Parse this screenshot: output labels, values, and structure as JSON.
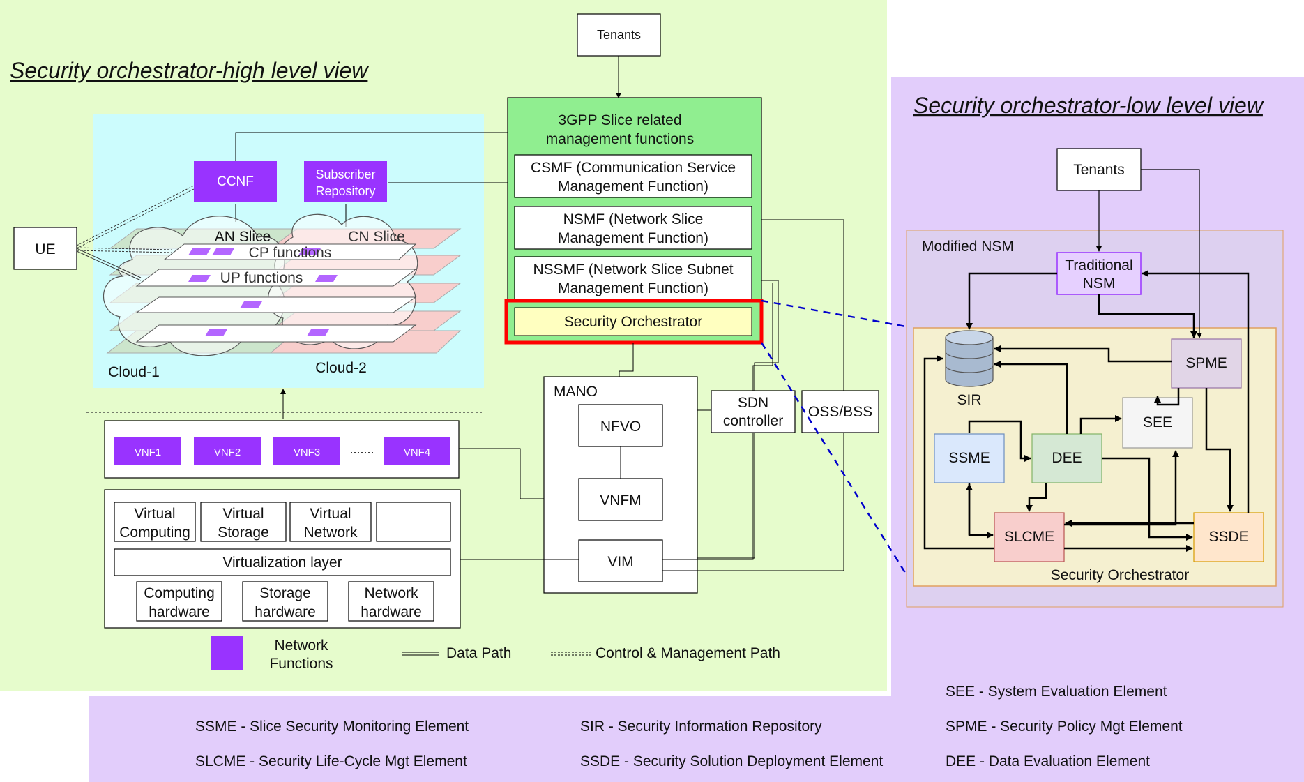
{
  "titles": {
    "high": "Security orchestrator-high level view",
    "low": "Security orchestrator-low level view"
  },
  "high": {
    "tenants": "Tenants",
    "gpp": {
      "line1": "3GPP Slice related",
      "line2": "management functions"
    },
    "csmf": {
      "line1": "CSMF (Communication Service",
      "line2": "Management Function)"
    },
    "nsmf": {
      "line1": "NSMF (Network Slice",
      "line2": "Management Function)"
    },
    "nssmf": {
      "line1": "NSSMF (Network Slice Subnet",
      "line2": "Management Function)"
    },
    "security_orchestrator": "Security Orchestrator",
    "ue": "UE",
    "ccnf": "CCNF",
    "subscriber": {
      "line1": "Subscriber",
      "line2": "Repository"
    },
    "an_slice": "AN Slice",
    "cn_slice": "CN Slice",
    "cp_functions": "CP functions",
    "up_functions": "UP functions",
    "cloud1": "Cloud-1",
    "cloud2": "Cloud-2",
    "mano": "MANO",
    "nfvo": "NFVO",
    "vnfm": "VNFM",
    "vim": "VIM",
    "sdn": {
      "line1": "SDN",
      "line2": "controller"
    },
    "oss": "OSS/BSS",
    "vnfs": [
      "VNF1",
      "VNF2",
      "VNF3",
      "VNF4"
    ],
    "vnf_dots": ".......",
    "virtual_computing": {
      "line1": "Virtual",
      "line2": "Computing"
    },
    "virtual_storage": {
      "line1": "Virtual",
      "line2": "Storage"
    },
    "virtual_network": {
      "line1": "Virtual",
      "line2": "Network"
    },
    "virtualization_layer": "Virtualization layer",
    "computing_hw": {
      "line1": "Computing",
      "line2": "hardware"
    },
    "storage_hw": {
      "line1": "Storage",
      "line2": "hardware"
    },
    "network_hw": {
      "line1": "Network",
      "line2": "hardware"
    },
    "legend": {
      "nf": {
        "line1": "Network",
        "line2": "Functions"
      },
      "data_path": "Data Path",
      "control_path": "Control & Management Path"
    }
  },
  "low": {
    "tenants": "Tenants",
    "modified_nsm": "Modified NSM",
    "traditional_nsm": {
      "line1": "Traditional",
      "line2": "NSM"
    },
    "sir": "SIR",
    "spme": "SPME",
    "see": "SEE",
    "ssme": "SSME",
    "dee": "DEE",
    "slcme": "SLCME",
    "ssde": "SSDE",
    "security_orchestrator": "Security Orchestrator"
  },
  "glossary": [
    "SSME - Slice Security Monitoring Element",
    "SLCME - Security Life-Cycle Mgt Element",
    "SIR - Security Information Repository",
    "SSDE - Security Solution Deployment Element",
    "SEE - System Evaluation Element",
    "SPME - Security Policy Mgt Element",
    "DEE - Data Evaluation Element"
  ],
  "colors": {
    "green_panel": "#e6fccc",
    "purple_panel": "#e2cdfb",
    "cyan_area": "#ccfcfd",
    "gpp_green": "#90ee90",
    "nf_purple": "#9933ff",
    "highlight_red": "#ff0000",
    "dashed_blue": "#0000cc"
  }
}
